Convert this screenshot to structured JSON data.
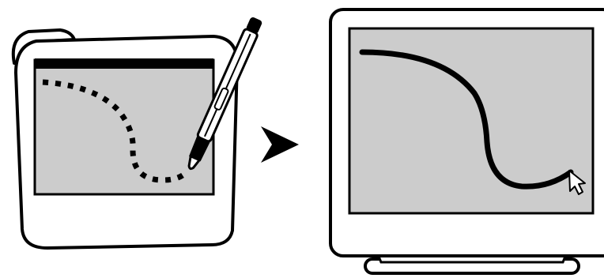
{
  "colors": {
    "background": "#ffffff",
    "outline": "#000000",
    "screen_fill": "#cccccc",
    "device_fill": "#ffffff"
  },
  "diagram": {
    "tablet": {
      "icon": "graphics-tablet-icon",
      "stroke_style": "dotted"
    },
    "stylus": {
      "icon": "stylus-pen-icon"
    },
    "arrow": {
      "icon": "right-arrow-icon",
      "direction": "right"
    },
    "monitor": {
      "icon": "monitor-icon",
      "stroke_style": "solid"
    },
    "cursor": {
      "icon": "mouse-pointer-icon"
    }
  }
}
